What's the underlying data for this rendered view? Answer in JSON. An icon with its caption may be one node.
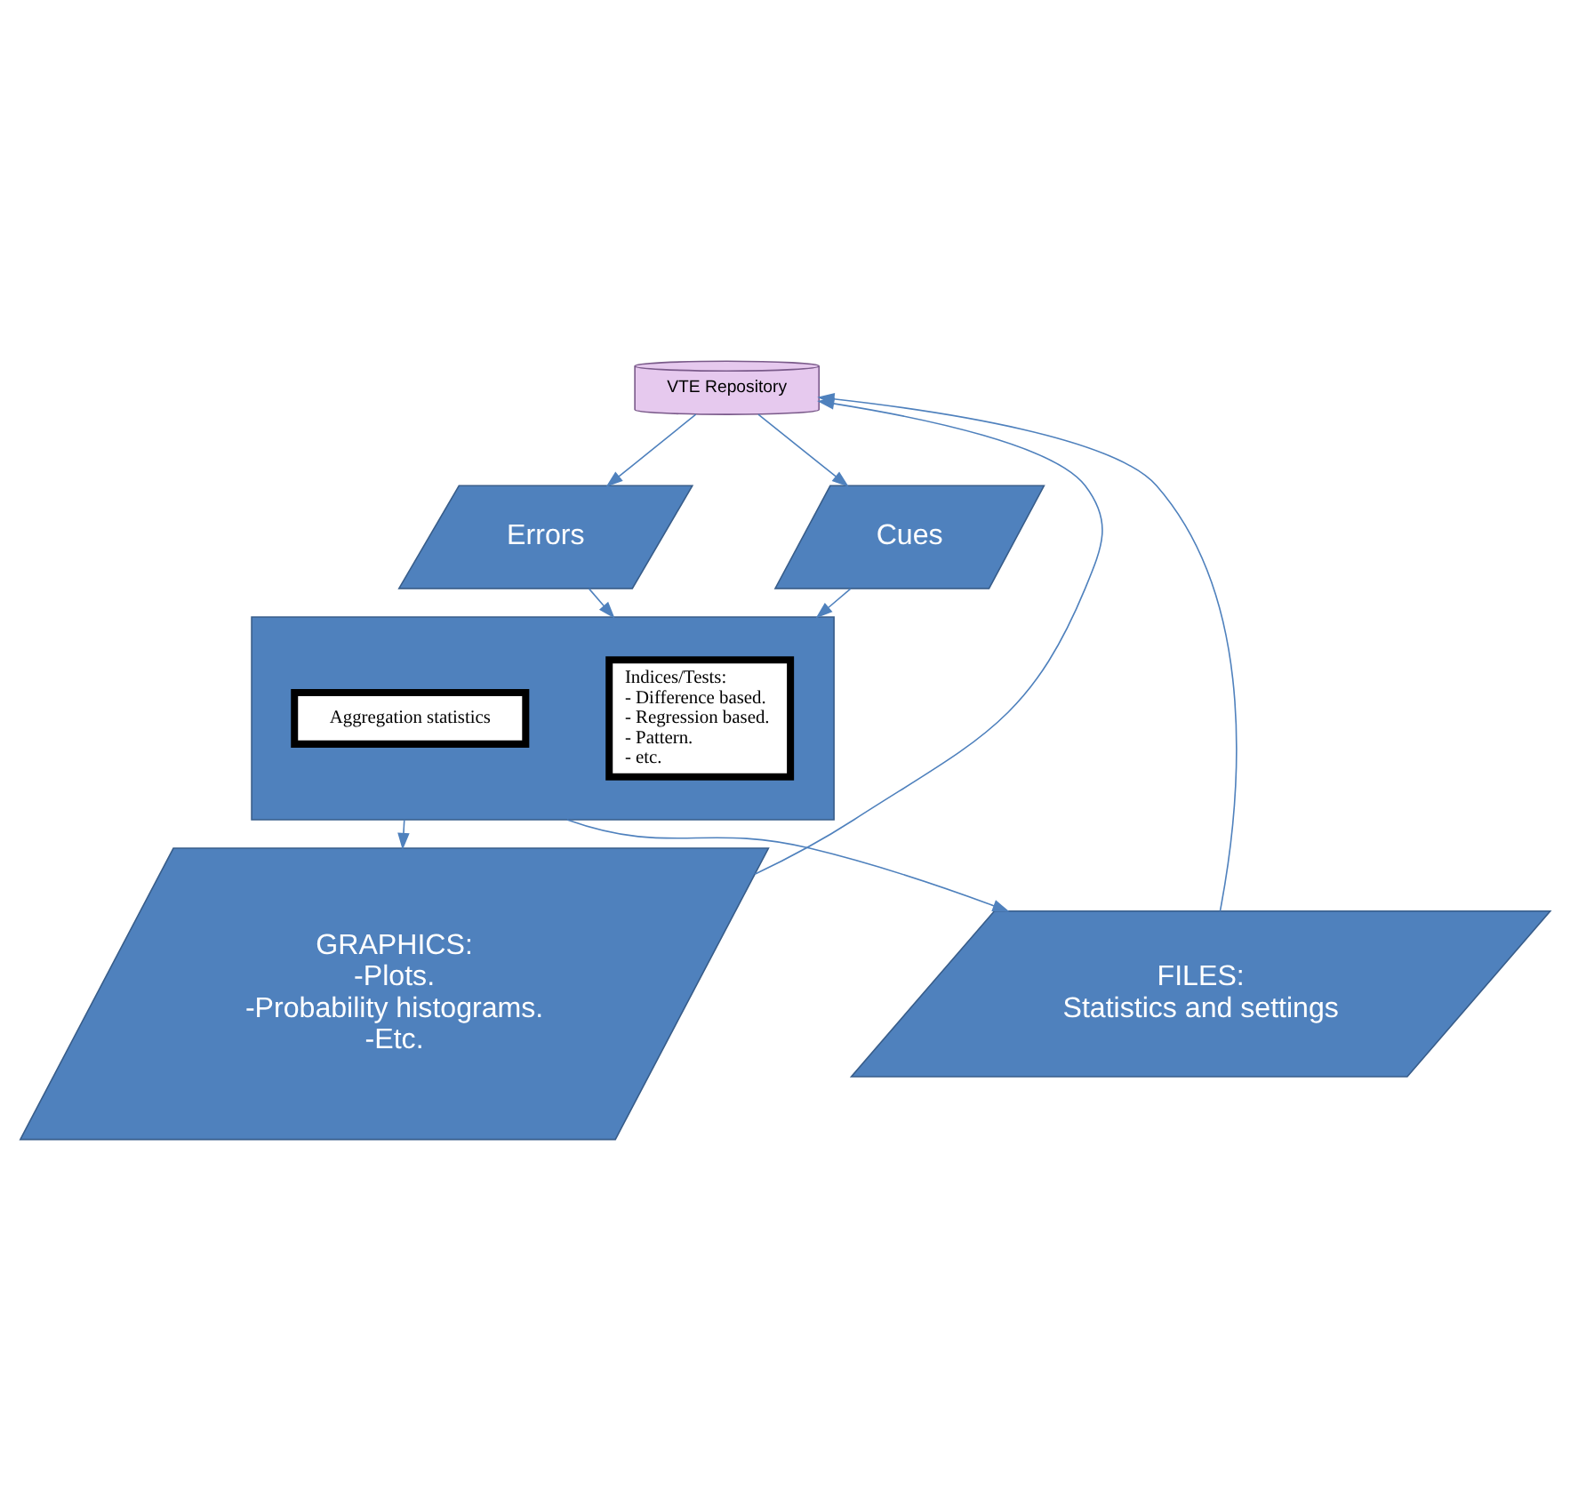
{
  "diagram": {
    "nodes": [
      {
        "text": [
          "VTE Repository"
        ]
      },
      {
        "text": [
          "Errors"
        ]
      },
      {
        "text": [
          "Cues"
        ]
      },
      {
        "text": [],
        "shape": "box"
      },
      {
        "text": [
          "Indices/Tests:",
          "- Difference based.",
          "- Regression based.",
          "- Pattern.",
          "- etc."
        ],
        "in": 3
      },
      {
        "text": [
          "Aggregation statistics"
        ],
        "in": 3
      },
      {
        "text": [
          "GRAPHICS:",
          "-Plots.",
          "-Probability histograms.",
          "-Etc."
        ]
      },
      {
        "text": [
          "FILES:",
          "Statistics and settings"
        ]
      }
    ],
    "edges": [
      {
        "from": 0,
        "to": 1,
        "arrow": "to"
      },
      {
        "from": 0,
        "to": 2,
        "arrow": "to"
      },
      {
        "from": 1,
        "to": 3,
        "arrow": "to"
      },
      {
        "from": 2,
        "to": 3,
        "arrow": "to"
      },
      {
        "from": 3,
        "to": 6,
        "arrow": "to"
      },
      {
        "from": 3,
        "to": 7,
        "arrow": "to"
      },
      {
        "from": 6,
        "to": 0,
        "arrow": "to"
      },
      {
        "from": 7,
        "to": 0,
        "arrow": "to"
      }
    ]
  }
}
